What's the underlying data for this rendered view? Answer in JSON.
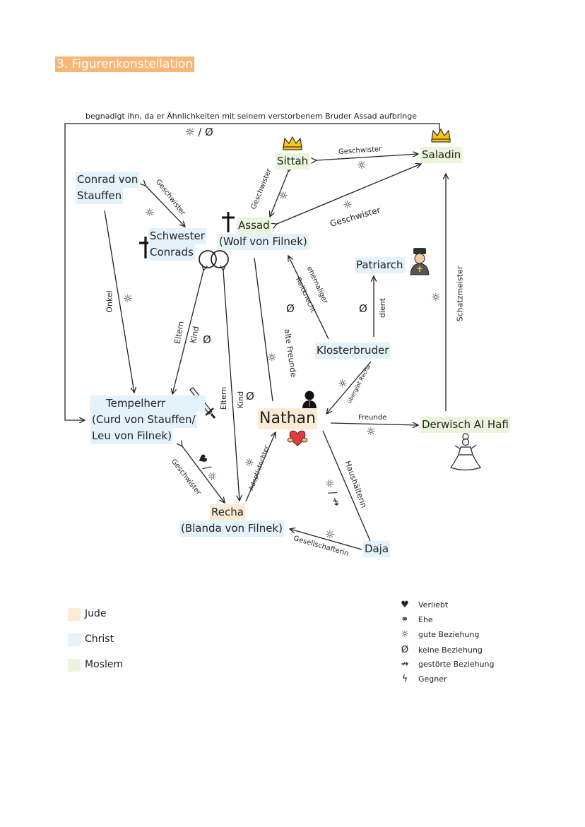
{
  "title": "3. Figurenkonstellation",
  "top_caption": "begnadigt ihn, da er Ähnlichkeiten mit seinem verstorbenem Bruder Assad aufbringe",
  "nodes": {
    "sittah": "Sittah",
    "saladin": "Saladin",
    "conrad_1": "Conrad von",
    "conrad_2": "Stauffen",
    "schwester_1": "Schwester",
    "schwester_2": "Conrads",
    "assad_1": "Assad",
    "assad_2": "(Wolf von Filnek)",
    "patriarch": "Patriarch",
    "klosterbruder": "Klosterbruder",
    "tempelherr_1": "Tempelherr",
    "tempelherr_2": "(Curd von Stauffen/",
    "tempelherr_3": "Leu von Filnek)",
    "nathan": "Nathan",
    "derwisch": "Derwisch Al Hafi",
    "recha_1": "Recha",
    "recha_2": "(Blanda von Filnek)",
    "daja": "Daja"
  },
  "labels": {
    "geschwister_sittah_saladin": "Geschwister",
    "geschwister_sittah_assad": "Geschwister",
    "geschwister_assad_saladin": "Geschwister",
    "geschwister_conrad": "Geschwister",
    "onkel": "Onkel",
    "eltern_1": "Eltern",
    "kind_1": "Kind",
    "eltern_2": "Eltern",
    "kind_2": "Kind",
    "alte_freunde": "alte Freunde",
    "ehemaliger": "ehemaliger",
    "reitknecht": "Reitknecht",
    "dient": "dient",
    "uebergibt": "übergibt Recha",
    "freunde": "Freunde",
    "schatzmeister": "Schatzmeister",
    "haushaelterin": "Haushälterin",
    "adoptivtochter": "Adoptivtochter",
    "geschwister_tempel_recha": "Geschwister",
    "gesellschafterin": "Gesellschafterin",
    "top_symbols": "☼ / Ø",
    "verliebt_gut": "♥ / ☼",
    "gut_gestoert": "☼ / ↛"
  },
  "legend": [
    {
      "label": "Jude",
      "color": "#fcebd4"
    },
    {
      "label": "Christ",
      "color": "#e4f2fb"
    },
    {
      "label": "Moslem",
      "color": "#e9f6dc"
    }
  ],
  "key": [
    {
      "symbol": "♥",
      "label": "Verliebt",
      "icon": "heart-icon"
    },
    {
      "symbol": "⚭",
      "label": "Ehe",
      "icon": "rings-icon"
    },
    {
      "symbol": "☼",
      "label": "gute Beziehung",
      "icon": "sun-icon"
    },
    {
      "symbol": "Ø",
      "label": "keine Beziehung",
      "icon": "empty-set-icon"
    },
    {
      "symbol": "↛",
      "label": "gestörte Beziehung",
      "icon": "blocked-arrow-icon"
    },
    {
      "symbol": "ϟ",
      "label": "Gegner",
      "icon": "lightning-icon"
    }
  ],
  "icons": [
    "crown-icon",
    "cross-icon",
    "rings-icon",
    "priest-icon",
    "sword-icon",
    "person-icon",
    "heart-hug-icon",
    "dervish-icon"
  ]
}
